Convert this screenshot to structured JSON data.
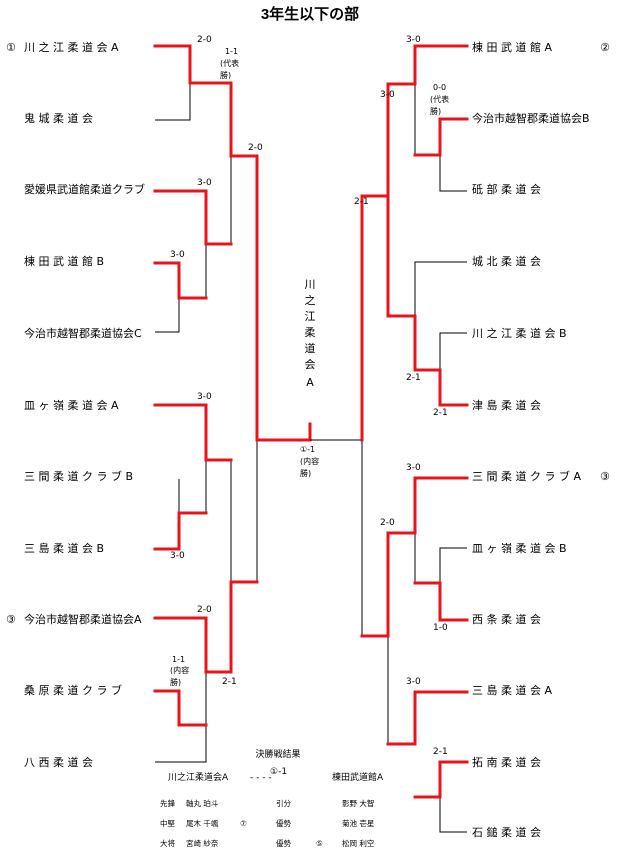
{
  "title": "3年生以下の部",
  "left_teams": [
    {
      "seed": "①",
      "name": "川 之 江 柔 道 会 A"
    },
    {
      "seed": "",
      "name": "鬼 城 柔 道 会"
    },
    {
      "seed": "",
      "name": "愛媛県武道館柔道クラブ"
    },
    {
      "seed": "",
      "name": "棟 田 武 道 館 B"
    },
    {
      "seed": "",
      "name": "今治市越智郡柔道協会C"
    },
    {
      "seed": "",
      "name": "皿 ヶ 嶺 柔 道 会 A"
    },
    {
      "seed": "",
      "name": "三 間 柔 道 ク ラ ブ B"
    },
    {
      "seed": "",
      "name": "三 島 柔 道 会 B"
    },
    {
      "seed": "③",
      "name": "今治市越智郡柔道協会A"
    },
    {
      "seed": "",
      "name": "桑 原 柔 道 ク ラ ブ"
    },
    {
      "seed": "",
      "name": "八 西 柔 道 会"
    }
  ],
  "right_teams": [
    {
      "seed": "②",
      "name": "棟 田 武 道 館 A"
    },
    {
      "seed": "",
      "name": "今治市越智郡柔道協会B"
    },
    {
      "seed": "",
      "name": "砥 部 柔 道 会"
    },
    {
      "seed": "",
      "name": "城 北 柔 道 会"
    },
    {
      "seed": "",
      "name": "川 之 江 柔 道 会 B"
    },
    {
      "seed": "",
      "name": "津 島 柔 道 会"
    },
    {
      "seed": "③",
      "name": "三 間 柔 道 ク ラ ブ A"
    },
    {
      "seed": "",
      "name": "皿 ヶ 嶺 柔 道 会 B"
    },
    {
      "seed": "",
      "name": "西 条 柔 道 会"
    },
    {
      "seed": "",
      "name": "三 島 柔 道 会 A"
    },
    {
      "seed": "",
      "name": "拓 南 柔 道 会"
    },
    {
      "seed": "",
      "name": "石 鎚 柔 道 会"
    }
  ],
  "scores": {
    "l1": "2-0",
    "l2": "3-0",
    "l3": "3-0",
    "l4": "2-0",
    "l5": "3-0",
    "l6": "3-0",
    "l7": "2-0",
    "l8": "2-1",
    "r1": "3-0",
    "r2": "3-0",
    "r3": "2-1",
    "r4": "2-1",
    "r5": "2-1",
    "r6": "3-0",
    "r7": "2-0",
    "r8": "1-0",
    "r9": "3-0",
    "r10": "2-1"
  },
  "notes": {
    "l_daihyo_score": "1-1",
    "l_daihyo_1": "(代表",
    "l_daihyo_2": "勝)",
    "l_naiyo_score": "1-1",
    "l_naiyo_1": "(内容",
    "l_naiyo_2": "勝)",
    "r_daihyo_score": "0-0",
    "r_daihyo_1": "(代表",
    "r_daihyo_2": "勝)",
    "final_score": "①-1",
    "final_1": "(内容",
    "final_2": "勝)"
  },
  "champion": [
    "川",
    "之",
    "江",
    "柔",
    "道",
    "会",
    "A"
  ],
  "final_result": {
    "heading": "決勝戦結果",
    "team_left": "川之江柔道会A",
    "score": "①-1",
    "team_right": "棟田武道館A",
    "bouts": [
      {
        "pos": "先鋒",
        "left": "軸丸 珀斗",
        "mid": "",
        "result": "引分",
        "right_mid": "",
        "right": "影野 大智"
      },
      {
        "pos": "中堅",
        "left": "尾木 千颯",
        "mid": "⑦",
        "result": "優勢",
        "right_mid": "",
        "right": "菊池 壱星"
      },
      {
        "pos": "大将",
        "left": "宮崎 紗奈",
        "mid": "",
        "result": "優勢",
        "right_mid": "⑤",
        "right": "松岡 利空"
      }
    ]
  }
}
